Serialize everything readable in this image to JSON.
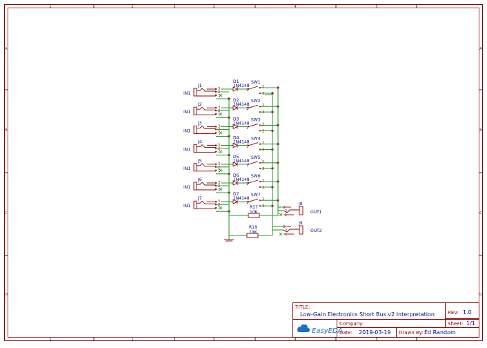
{
  "grid": {
    "cols": [
      "1",
      "2",
      "3",
      "4",
      "5"
    ],
    "rows": [
      "A",
      "B",
      "C",
      "D"
    ]
  },
  "channels": [
    {
      "jack": "J1",
      "input": "IN1",
      "diode": "D1",
      "diode_part": "1N4148",
      "switch": "SW1"
    },
    {
      "jack": "J2",
      "input": "IN1",
      "diode": "D2",
      "diode_part": "1N4148",
      "switch": "SW2"
    },
    {
      "jack": "J3",
      "input": "IN1",
      "diode": "D3",
      "diode_part": "1N4148",
      "switch": "SW3"
    },
    {
      "jack": "J4",
      "input": "IN1",
      "diode": "D4",
      "diode_part": "1N4148",
      "switch": "SW4"
    },
    {
      "jack": "J5",
      "input": "IN1",
      "diode": "D5",
      "diode_part": "1N4148",
      "switch": "SW5"
    },
    {
      "jack": "J6",
      "input": "IN1",
      "diode": "D6",
      "diode_part": "1N4148",
      "switch": "SW6"
    },
    {
      "jack": "J7",
      "input": "IN1",
      "diode": "D7",
      "diode_part": "1N4148",
      "switch": "SW7"
    }
  ],
  "pins": {
    "one": "1",
    "two": "2",
    "three": "3"
  },
  "resistors": [
    {
      "ref": "R17",
      "value": "10K"
    },
    {
      "ref": "R18",
      "value": "10K"
    }
  ],
  "outputs": [
    {
      "jack": "J8",
      "label": "OUT1"
    },
    {
      "jack": "J9",
      "label": "OUT2"
    }
  ],
  "title_block": {
    "title_label": "TITLE:",
    "title": "Low-Gain Electronics Short Bus v2 Interpretation",
    "rev_label": "REV:",
    "rev": "1.0",
    "company_label": "Company:",
    "sheet_label": "Sheet:",
    "sheet": "1/1",
    "date_label": "Date:",
    "date": "2019-03-19",
    "drawn_label": "Drawn By:",
    "drawn_by": "Ed Random",
    "logo": "EasyEDA"
  }
}
